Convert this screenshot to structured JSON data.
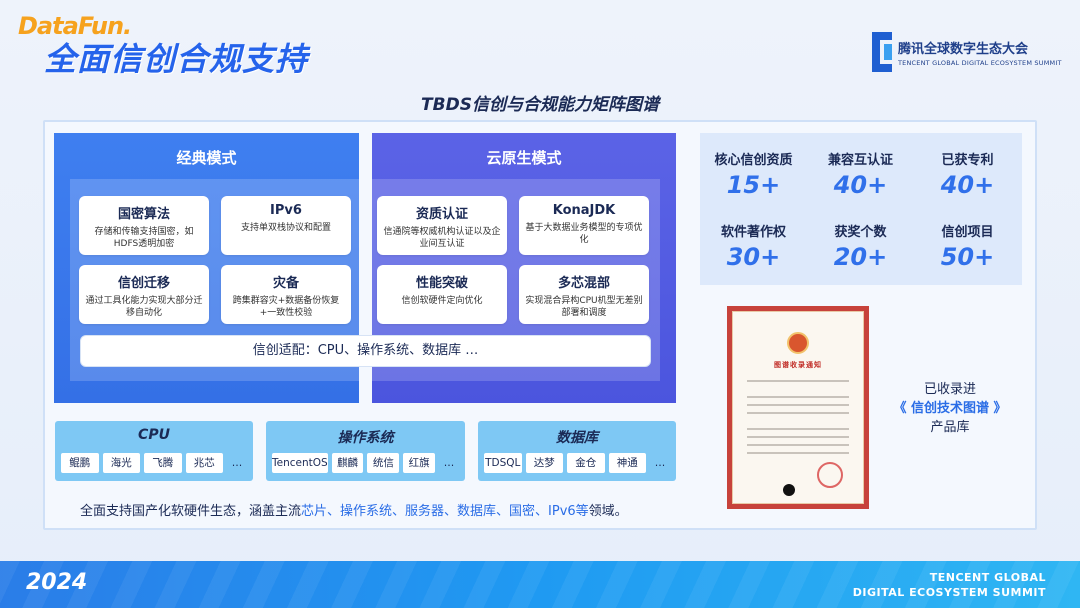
{
  "header": {
    "logo": "DataFun.",
    "title": "全面信创合规支持",
    "brand_cn": "腾讯全球数字生态大会",
    "brand_en": "TENCENT GLOBAL DIGITAL ECOSYSTEM SUMMIT"
  },
  "subtitle": "TBDS信创与合规能力矩阵图谱",
  "classic": {
    "title": "经典模式",
    "cards": [
      {
        "title": "国密算法",
        "desc": "存储和传输支持国密，如HDFS透明加密"
      },
      {
        "title": "IPv6",
        "desc": "支持单双栈协议和配置"
      },
      {
        "title": "信创迁移",
        "desc": "通过工具化能力实现大部分迁移自动化"
      },
      {
        "title": "灾备",
        "desc": "跨集群容灾+数据备份恢复+一致性校验"
      }
    ]
  },
  "cloud": {
    "title": "云原生模式",
    "cards": [
      {
        "title": "资质认证",
        "desc": "信通院等权威机构认证以及企业间互认证"
      },
      {
        "title": "KonaJDK",
        "desc": "基于大数据业务模型的专项优化"
      },
      {
        "title": "性能突破",
        "desc": "信创软硬件定向优化"
      },
      {
        "title": "多芯混部",
        "desc": "实现混合异构CPU机型无差别部署和调度"
      }
    ]
  },
  "adapt": "信创适配：CPU、操作系统、数据库 …",
  "stats": [
    {
      "label": "核心信创资质",
      "value": "15+"
    },
    {
      "label": "兼容互认证",
      "value": "40+"
    },
    {
      "label": "已获专利",
      "value": "40+"
    },
    {
      "label": "软件著作权",
      "value": "30+"
    },
    {
      "label": "获奖个数",
      "value": "20+"
    },
    {
      "label": "信创项目",
      "value": "50+"
    }
  ],
  "certificate": {
    "heading": "图谱收录通知"
  },
  "cert_note": {
    "line1": "已收录进",
    "line2": "《 信创技术图谱 》",
    "line3": "产品库"
  },
  "groups": [
    {
      "title": "CPU",
      "items": [
        "鲲鹏",
        "海光",
        "飞腾",
        "兆芯"
      ],
      "more": "…"
    },
    {
      "title": "操作系统",
      "items": [
        "TencentOS",
        "麒麟",
        "统信",
        "红旗"
      ],
      "more": "…"
    },
    {
      "title": "数据库",
      "items": [
        "TDSQL",
        "达梦",
        "金仓",
        "神通"
      ],
      "more": "…"
    }
  ],
  "bottom": {
    "prefix": "全面支持国产化软硬件生态，涵盖主流",
    "highlight": "芯片、操作系统、服务器、数据库、国密、IPv6等",
    "suffix": "领域。"
  },
  "footer": {
    "year": "2024",
    "en_line1": "TENCENT GLOBAL",
    "en_line2": "DIGITAL ECOSYSTEM SUMMIT"
  }
}
